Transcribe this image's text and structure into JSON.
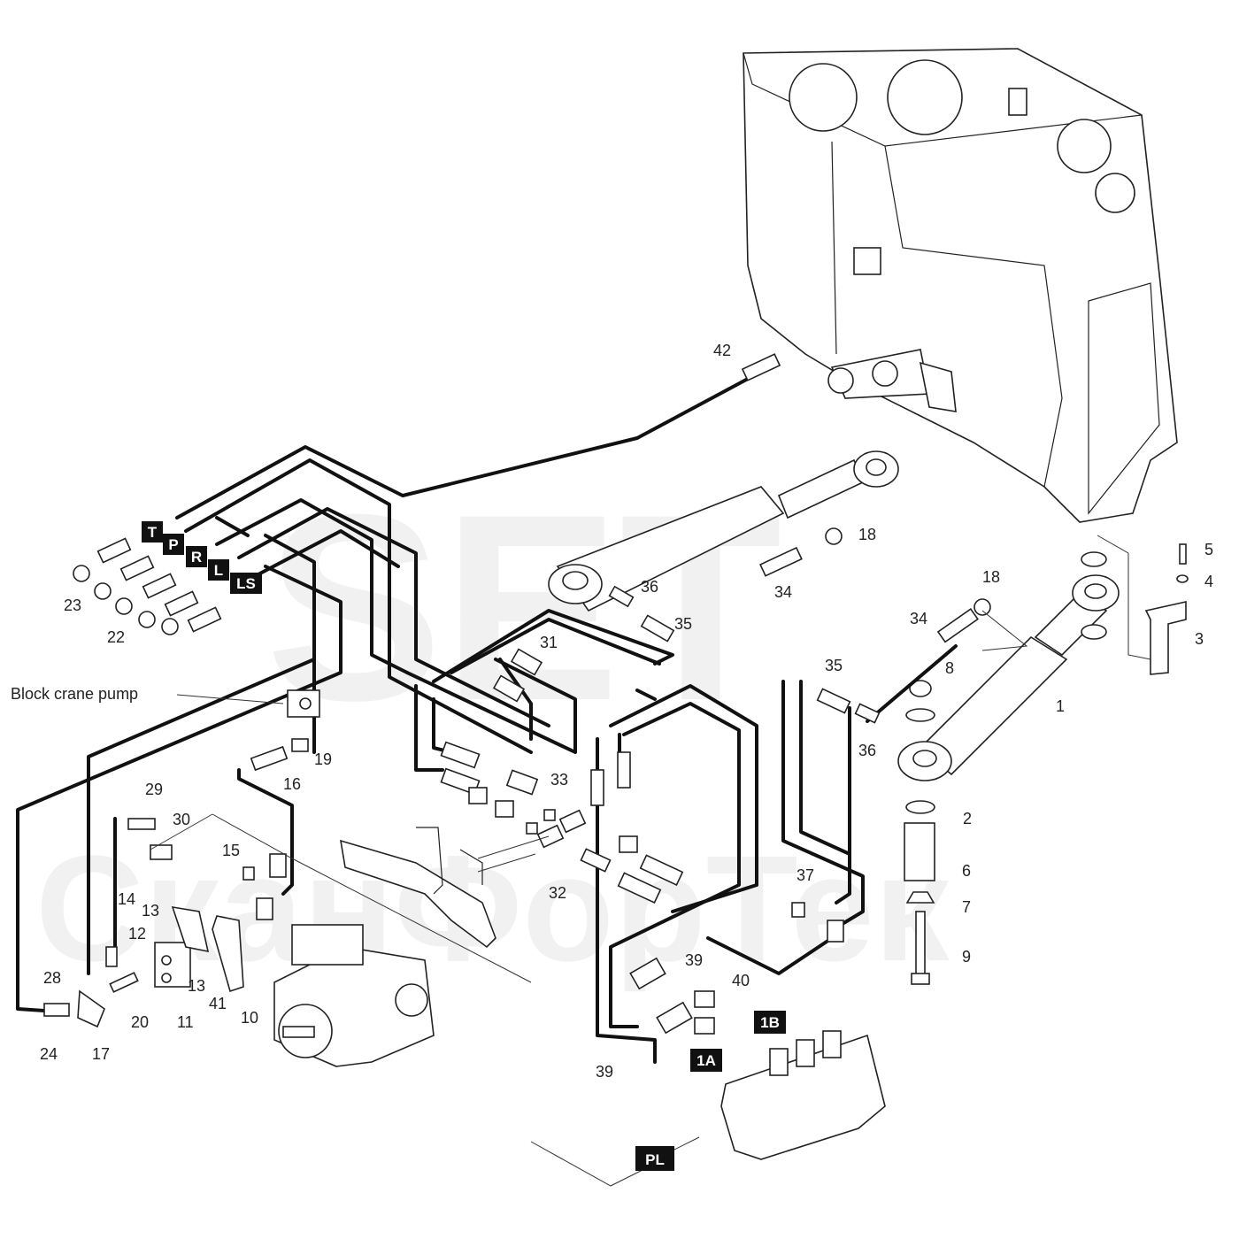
{
  "watermark": {
    "logo_text": "SET",
    "company_text": "СканФорТек"
  },
  "side_label": "Block crane pump",
  "tags": [
    {
      "id": "T",
      "text": "T"
    },
    {
      "id": "P",
      "text": "P"
    },
    {
      "id": "R",
      "text": "R"
    },
    {
      "id": "L",
      "text": "L"
    },
    {
      "id": "LS",
      "text": "LS"
    },
    {
      "id": "1B",
      "text": "1B"
    },
    {
      "id": "1A",
      "text": "1A"
    },
    {
      "id": "PL",
      "text": "PL"
    }
  ],
  "callouts": [
    {
      "id": "1",
      "text": "1"
    },
    {
      "id": "2",
      "text": "2"
    },
    {
      "id": "3",
      "text": "3"
    },
    {
      "id": "4",
      "text": "4"
    },
    {
      "id": "5",
      "text": "5"
    },
    {
      "id": "6",
      "text": "6"
    },
    {
      "id": "7",
      "text": "7"
    },
    {
      "id": "8",
      "text": "8"
    },
    {
      "id": "9",
      "text": "9"
    },
    {
      "id": "10",
      "text": "10"
    },
    {
      "id": "11",
      "text": "11"
    },
    {
      "id": "12",
      "text": "12"
    },
    {
      "id": "13a",
      "text": "13"
    },
    {
      "id": "13b",
      "text": "13"
    },
    {
      "id": "14",
      "text": "14"
    },
    {
      "id": "15",
      "text": "15"
    },
    {
      "id": "16",
      "text": "16"
    },
    {
      "id": "17",
      "text": "17"
    },
    {
      "id": "18a",
      "text": "18"
    },
    {
      "id": "18b",
      "text": "18"
    },
    {
      "id": "19",
      "text": "19"
    },
    {
      "id": "20",
      "text": "20"
    },
    {
      "id": "22",
      "text": "22"
    },
    {
      "id": "23",
      "text": "23"
    },
    {
      "id": "24",
      "text": "24"
    },
    {
      "id": "28",
      "text": "28"
    },
    {
      "id": "29",
      "text": "29"
    },
    {
      "id": "30",
      "text": "30"
    },
    {
      "id": "31",
      "text": "31"
    },
    {
      "id": "32",
      "text": "32"
    },
    {
      "id": "33",
      "text": "33"
    },
    {
      "id": "34a",
      "text": "34"
    },
    {
      "id": "34b",
      "text": "34"
    },
    {
      "id": "35a",
      "text": "35"
    },
    {
      "id": "35b",
      "text": "35"
    },
    {
      "id": "36a",
      "text": "36"
    },
    {
      "id": "36b",
      "text": "36"
    },
    {
      "id": "37",
      "text": "37"
    },
    {
      "id": "39a",
      "text": "39"
    },
    {
      "id": "39b",
      "text": "39"
    },
    {
      "id": "40",
      "text": "40"
    },
    {
      "id": "41",
      "text": "41"
    },
    {
      "id": "42",
      "text": "42"
    }
  ]
}
